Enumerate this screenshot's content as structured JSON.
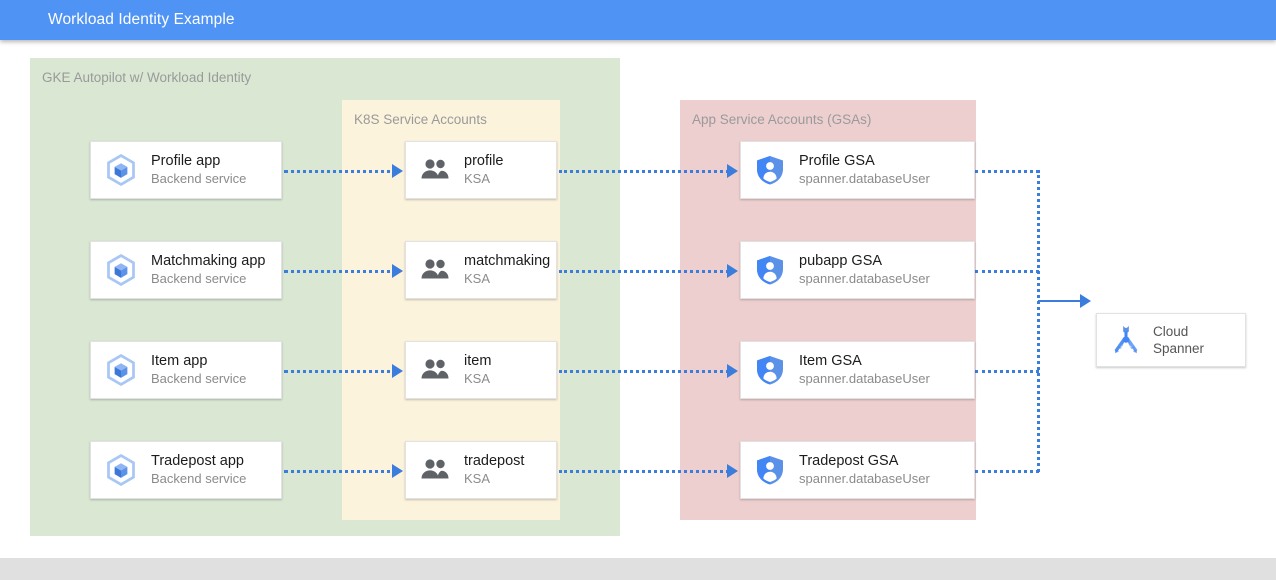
{
  "window": {
    "title": "Workload Identity Example",
    "title_bar_color": "#4f93f5"
  },
  "groups": [
    {
      "id": "gke",
      "label": "GKE Autopilot w/ Workload Identity",
      "color": "#d9e7d3"
    },
    {
      "id": "ksa",
      "label": "K8S Service Accounts",
      "color": "#fcf3dc"
    },
    {
      "id": "gsa",
      "label": "App Service Accounts (GSAs)",
      "color": "#eecfcf"
    }
  ],
  "apps": [
    {
      "title": "Profile app",
      "subtitle": "Backend service",
      "icon": "gke-container-icon"
    },
    {
      "title": "Matchmaking app",
      "subtitle": "Backend service",
      "icon": "gke-container-icon"
    },
    {
      "title": "Item app",
      "subtitle": "Backend service",
      "icon": "gke-container-icon"
    },
    {
      "title": "Tradepost app",
      "subtitle": "Backend service",
      "icon": "gke-container-icon"
    }
  ],
  "ksas": [
    {
      "title": "profile",
      "subtitle": "KSA",
      "icon": "people-group-icon"
    },
    {
      "title": "matchmaking",
      "subtitle": "KSA",
      "icon": "people-group-icon"
    },
    {
      "title": "item",
      "subtitle": "KSA",
      "icon": "people-group-icon"
    },
    {
      "title": "tradepost",
      "subtitle": "KSA",
      "icon": "people-group-icon"
    }
  ],
  "gsas": [
    {
      "title": "Profile GSA",
      "subtitle": "spanner.databaseUser",
      "icon": "iam-shield-person-icon"
    },
    {
      "title": "pubapp GSA",
      "subtitle": "spanner.databaseUser",
      "icon": "iam-shield-person-icon"
    },
    {
      "title": "Item GSA",
      "subtitle": "spanner.databaseUser",
      "icon": "iam-shield-person-icon"
    },
    {
      "title": "Tradepost GSA",
      "subtitle": "spanner.databaseUser",
      "icon": "iam-shield-person-icon"
    }
  ],
  "datastore": {
    "line1": "Cloud",
    "line2": "Spanner",
    "icon": "cloud-spanner-icon"
  },
  "connector_color": "#3b7ddd"
}
